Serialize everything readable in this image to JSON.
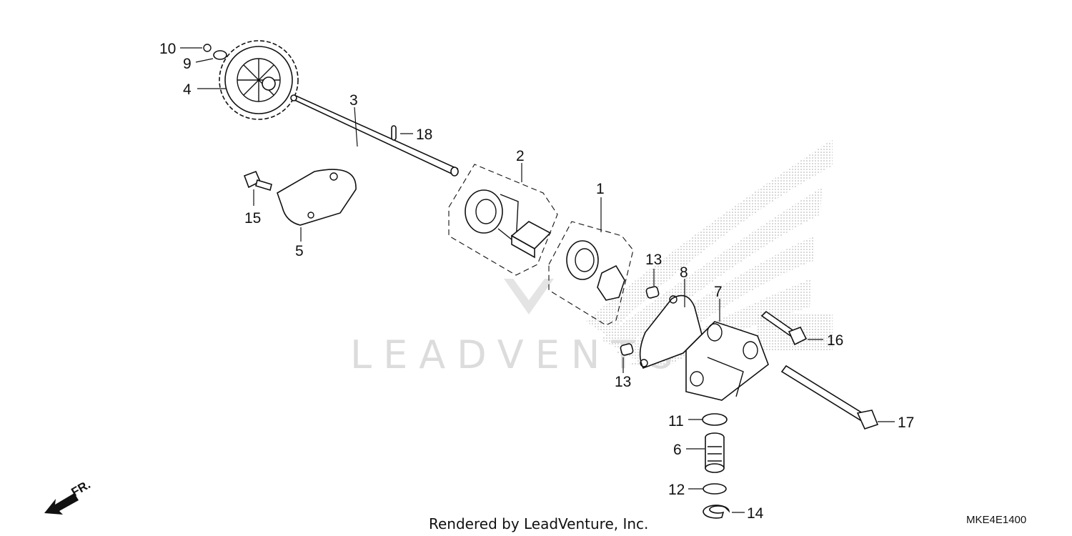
{
  "watermark": "LEADVENTURE",
  "footer": {
    "credit": "Rendered by LeadVenture, Inc.",
    "diagram_code": "MKE4E1400"
  },
  "direction_indicator": {
    "label": "FR."
  },
  "callouts": {
    "c1": "1",
    "c2": "2",
    "c3": "3",
    "c4": "4",
    "c5": "5",
    "c6": "6",
    "c7": "7",
    "c8": "8",
    "c9": "9",
    "c10": "10",
    "c11": "11",
    "c12": "12",
    "c13a": "13",
    "c13b": "13",
    "c14": "14",
    "c15": "15",
    "c16": "16",
    "c17": "17",
    "c18": "18"
  }
}
